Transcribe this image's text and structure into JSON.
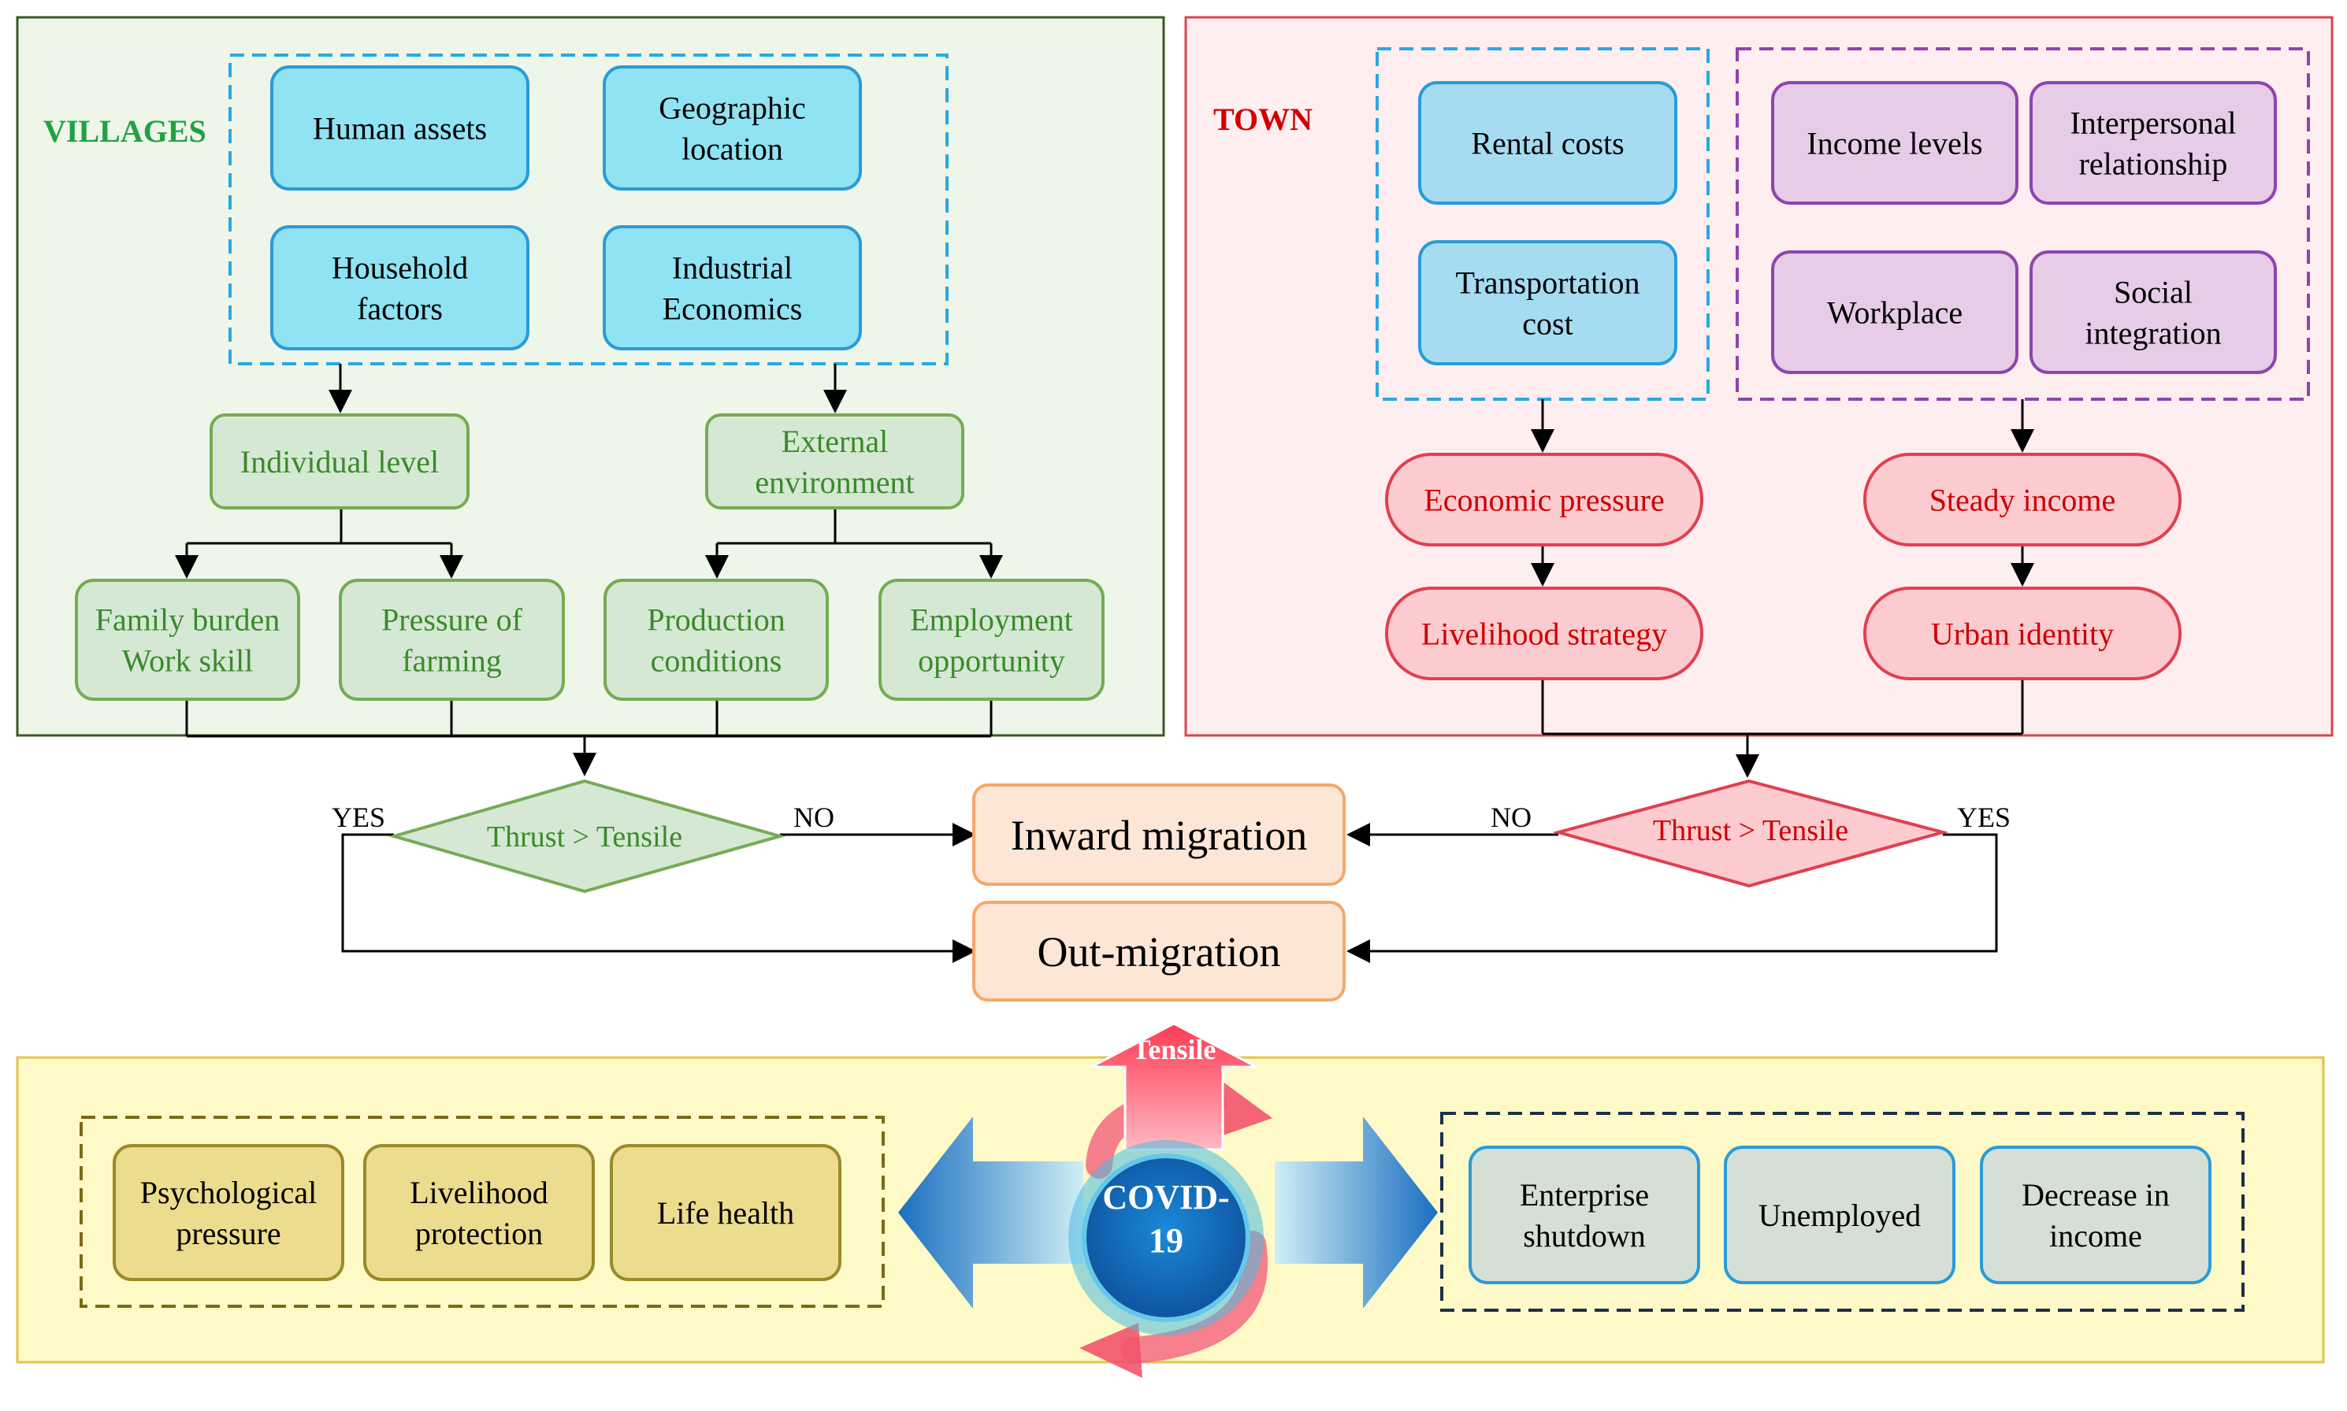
{
  "villages": {
    "title": "VILLAGES",
    "factors": [
      "Human assets",
      "Geographic|location",
      "Household|factors",
      "Industrial|Economics"
    ],
    "individual_level": "Individual level",
    "external_environment": "External|environment",
    "outcomes": [
      "Family burden|Work skill",
      "Pressure of|farming",
      "Production|conditions",
      "Employment|opportunity"
    ]
  },
  "town": {
    "title": "TOWN",
    "costs": [
      "Rental costs",
      "Transportation|cost"
    ],
    "social": [
      "Income levels",
      "Interpersonal|relationship",
      "Workplace",
      "Social|integration"
    ],
    "economic_pressure": "Economic pressure",
    "livelihood_strategy": "Livelihood strategy",
    "steady_income": "Steady income",
    "urban_identity": "Urban identity"
  },
  "decisions": {
    "village_condition": "Thrust > Tensile",
    "town_condition": "Thrust > Tensile",
    "yes": "YES",
    "no": "NO"
  },
  "migration": {
    "inward": "Inward migration",
    "out": "Out-migration"
  },
  "covid": {
    "center": "COVID-|19",
    "tensile_label": "Tensile",
    "left_impacts": [
      "Psychological|pressure",
      "Livelihood|protection",
      "Life health"
    ],
    "right_impacts": [
      "Enterprise|shutdown",
      "Unemployed",
      "Decrease in|income"
    ]
  },
  "colors": {
    "village_panel_bg": "#eef5e9",
    "village_panel_border": "#385a27",
    "village_title": "#1fa243",
    "village_box_fill": "#d5e8d4",
    "village_box_stroke": "#76ab55",
    "village_box_text": "#3a8a2a",
    "cyan_fill": "#8fe3f3",
    "cyan_stroke": "#2a9bd8",
    "town_panel_bg": "#ffeef0",
    "town_panel_border": "#d8464d",
    "town_title": "#d00000",
    "town_blue_fill": "#a5dcf2",
    "purple_fill": "#e6cce6",
    "purple_stroke": "#8e44ad",
    "red_pill_fill": "#fccbd0",
    "red_pill_stroke": "#e04050",
    "red_text": "#cc0000",
    "migration_fill": "#fde6d6",
    "migration_stroke": "#f5a86a",
    "covid_panel_bg": "#fdfac7",
    "covid_panel_border": "#e5c34d",
    "yellow_box_fill": "#ecdc8e",
    "yellow_box_stroke": "#9a8a2a",
    "gray_box_fill": "#d6dfd6",
    "gray_box_stroke": "#2a9bd8",
    "covid_circle": "#1a72c0"
  }
}
